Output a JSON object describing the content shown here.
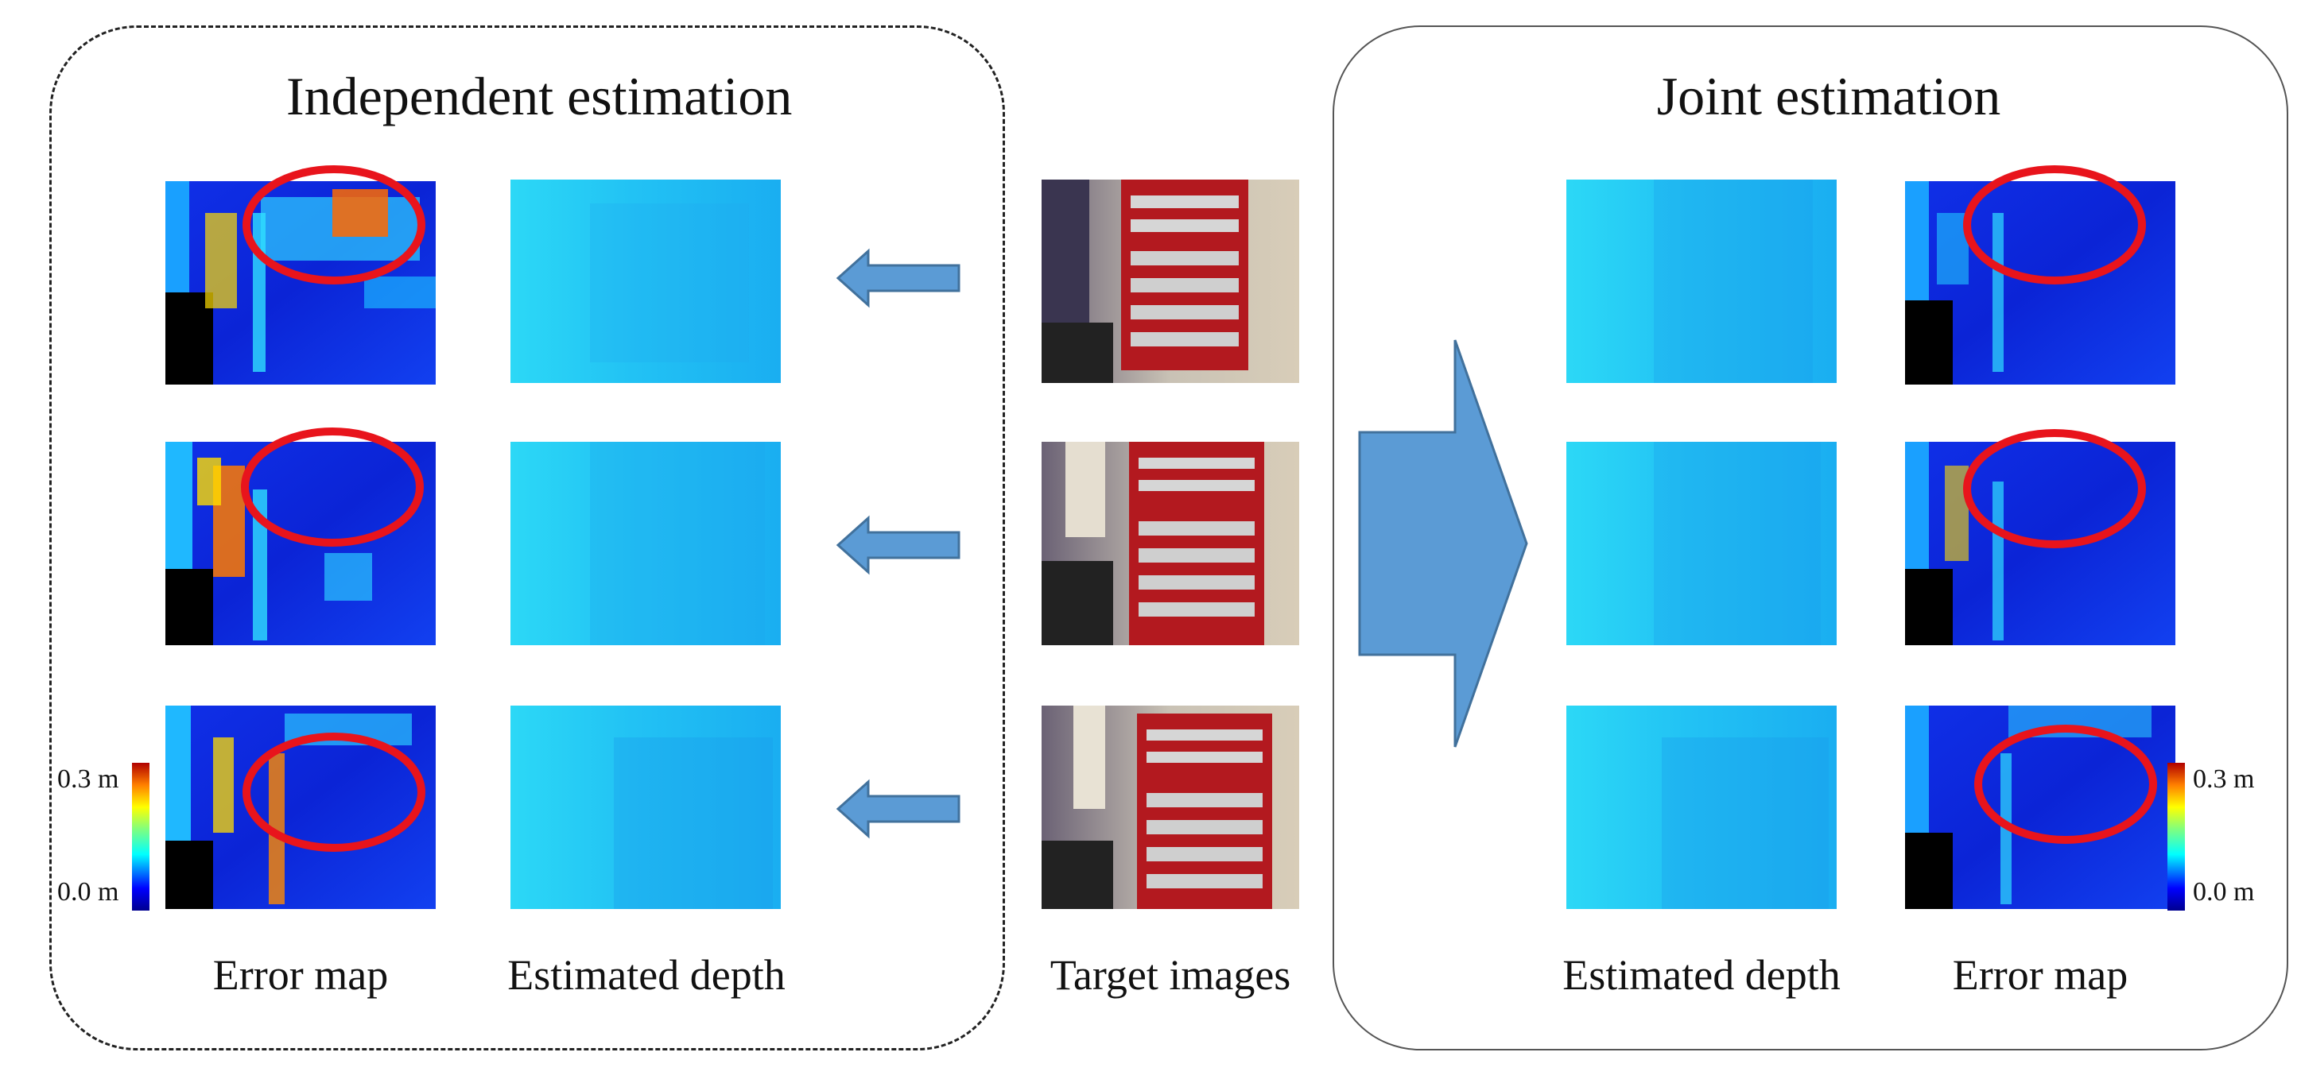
{
  "left_panel": {
    "title": "Independent estimation",
    "labels": {
      "error_map": "Error map",
      "estimated_depth": "Estimated depth"
    },
    "colorbar": {
      "max": "0.3 m",
      "min": "0.0 m"
    }
  },
  "center": {
    "label": "Target images"
  },
  "right_panel": {
    "title": "Joint estimation",
    "labels": {
      "estimated_depth": "Estimated depth",
      "error_map": "Error map"
    },
    "colorbar": {
      "max": "0.3 m",
      "min": "0.0 m"
    }
  },
  "colors": {
    "highlight_ellipse": "#e8141c",
    "arrow_fill": "#5b9bd5",
    "arrow_stroke": "#41719c",
    "depth_light": "#27d3f4",
    "depth_dark": "#1aa6f0",
    "error_low": "#0a1ee0",
    "error_high": "#e8141c"
  },
  "icons": [
    "arrow-left-icon",
    "arrow-right-big-icon",
    "colorbar-jet-icon"
  ]
}
